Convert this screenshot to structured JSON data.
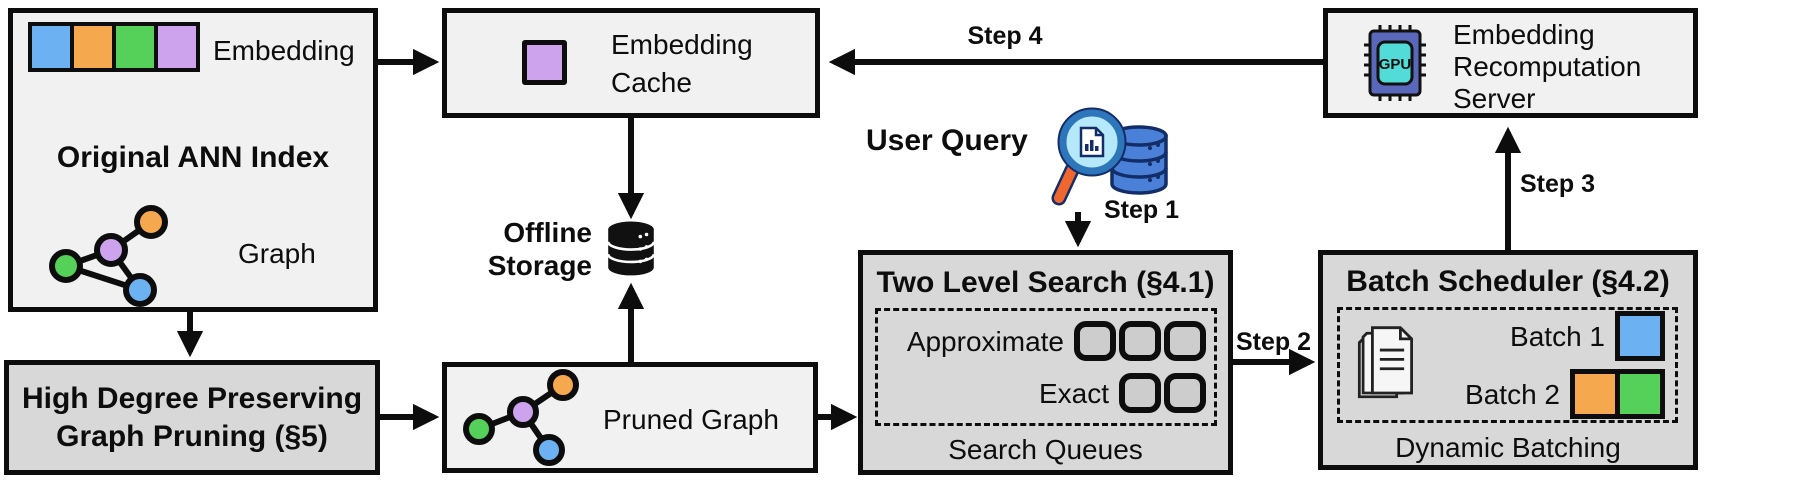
{
  "diagram": {
    "ann_index": {
      "embedding_label": "Embedding",
      "title": "Original ANN Index",
      "graph_label": "Graph"
    },
    "pruning": {
      "title_line1": "High Degree Preserving",
      "title_line2": "Graph Pruning (§5)"
    },
    "cache": {
      "label_line1": "Embedding",
      "label_line2": "Cache"
    },
    "storage": {
      "label_line1": "Offline",
      "label_line2": "Storage"
    },
    "pruned_graph": {
      "label": "Pruned Graph"
    },
    "user_query": {
      "label": "User Query"
    },
    "two_level_search": {
      "title": "Two Level Search (§4.1)",
      "approximate_label": "Approximate",
      "exact_label": "Exact",
      "footer": "Search Queues"
    },
    "batch_scheduler": {
      "title": "Batch Scheduler (§4.2)",
      "batch1_label": "Batch 1",
      "batch2_label": "Batch 2",
      "footer": "Dynamic Batching"
    },
    "server": {
      "label_line1": "Embedding",
      "label_line2": "Recomputation",
      "label_line3": "Server",
      "chip_label": "GPU"
    },
    "steps": {
      "step1": "Step 1",
      "step2": "Step 2",
      "step3": "Step 3",
      "step4": "Step 4"
    }
  },
  "colors": {
    "blue": "#6cb2f3",
    "orange": "#f6a84e",
    "green": "#55d058",
    "purple": "#cda3ee",
    "box_light": "#f1f1f1",
    "box_dark": "#d8d8d8",
    "queue_fill": "#cdcdcd",
    "line": "#0d0d0d",
    "gpu_body": "#5968bb",
    "gpu_core": "#52dcd8",
    "db_blue": "#4b80d8",
    "db_outline": "#132d68",
    "lens_fill": "#b5e8f8",
    "lens_rim": "#2e76ba",
    "handle_orange": "#f0662f"
  }
}
